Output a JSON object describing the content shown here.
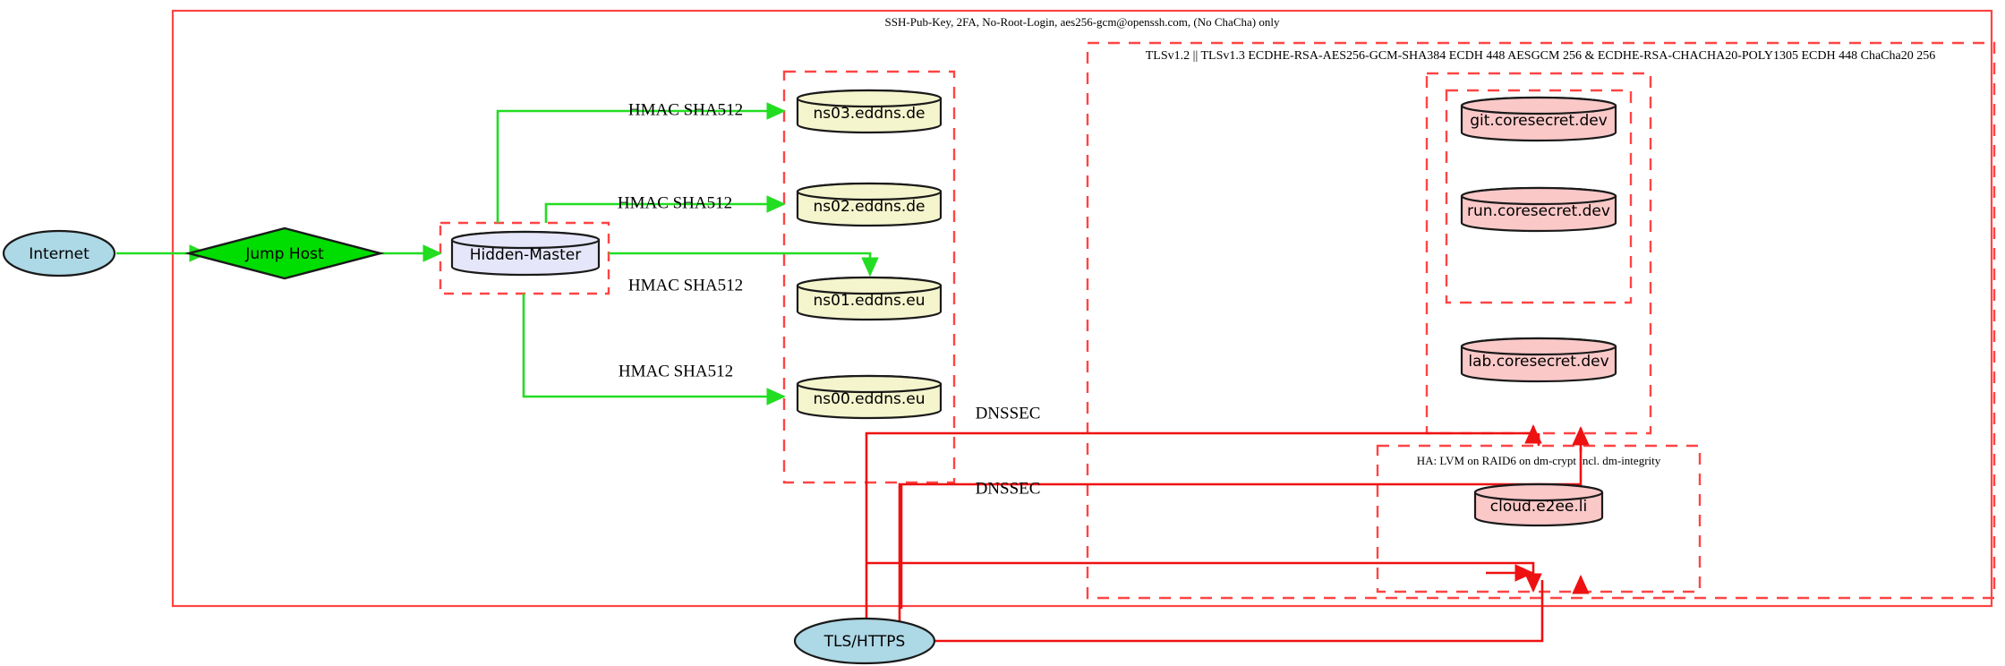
{
  "diagram": {
    "title_label": "SSH-Pub-Key, 2FA, No-Root-Login, aes256-gcm@openssh.com, (No ChaCha) only",
    "colors": {
      "cluster_border": "#ff2222",
      "green_edge": "#22dd22",
      "red_edge": "#ee1111",
      "internet_fill": "#add8e6",
      "jumphost_fill": "#00dd00",
      "hidden_master_fill": "#e6e6fa",
      "dns_fill": "#f5f5cd",
      "service_fill": "#fbc8c8",
      "node_stroke": "#1a1a1a"
    }
  },
  "clusters": {
    "ssh": {
      "label": "SSH-Pub-Key, 2FA, No-Root-Login, aes256-gcm@openssh.com, (No ChaCha) only"
    },
    "tls": {
      "label": "TLSv1.2 || TLSv1.3 ECDHE-RSA-AES256-GCM-SHA384 ECDH 448 AESGCM 256 & ECDHE-RSA-CHACHA20-POLY1305 ECDH 448 ChaCha20 256"
    },
    "ha": {
      "label": "HA: LVM on RAID6 on dm-crypt incl. dm-integrity"
    },
    "hidden_master": {
      "label": ""
    },
    "dns": {
      "label": ""
    },
    "coresecret_inner": {
      "label": ""
    },
    "coresecret_outer": {
      "label": ""
    }
  },
  "nodes": {
    "internet": {
      "label": "Internet",
      "shape": "ellipse"
    },
    "jump_host": {
      "label": "Jump Host",
      "shape": "diamond"
    },
    "hidden_master": {
      "label": "Hidden-Master",
      "shape": "cylinder"
    },
    "ns03": {
      "label": "ns03.eddns.de",
      "shape": "cylinder"
    },
    "ns02": {
      "label": "ns02.eddns.de",
      "shape": "cylinder"
    },
    "ns01": {
      "label": "ns01.eddns.eu",
      "shape": "cylinder"
    },
    "ns00": {
      "label": "ns00.eddns.eu",
      "shape": "cylinder"
    },
    "git": {
      "label": "git.coresecret.dev",
      "shape": "cylinder"
    },
    "run": {
      "label": "run.coresecret.dev",
      "shape": "cylinder"
    },
    "lab": {
      "label": "lab.coresecret.dev",
      "shape": "cylinder"
    },
    "cloud": {
      "label": "cloud.e2ee.li",
      "shape": "cylinder"
    },
    "tls_https": {
      "label": "TLS/HTTPS",
      "shape": "ellipse"
    }
  },
  "edges": {
    "internet_to_jump": {
      "label": ""
    },
    "jump_to_master": {
      "label": ""
    },
    "master_to_ns03": {
      "label": "HMAC SHA512"
    },
    "master_to_ns02": {
      "label": "HMAC SHA512"
    },
    "master_to_ns01": {
      "label": "HMAC SHA512"
    },
    "master_to_ns00": {
      "label": "HMAC SHA512"
    },
    "dnssec_upper": {
      "label": "DNSSEC"
    },
    "dnssec_lower": {
      "label": "DNSSEC"
    }
  }
}
